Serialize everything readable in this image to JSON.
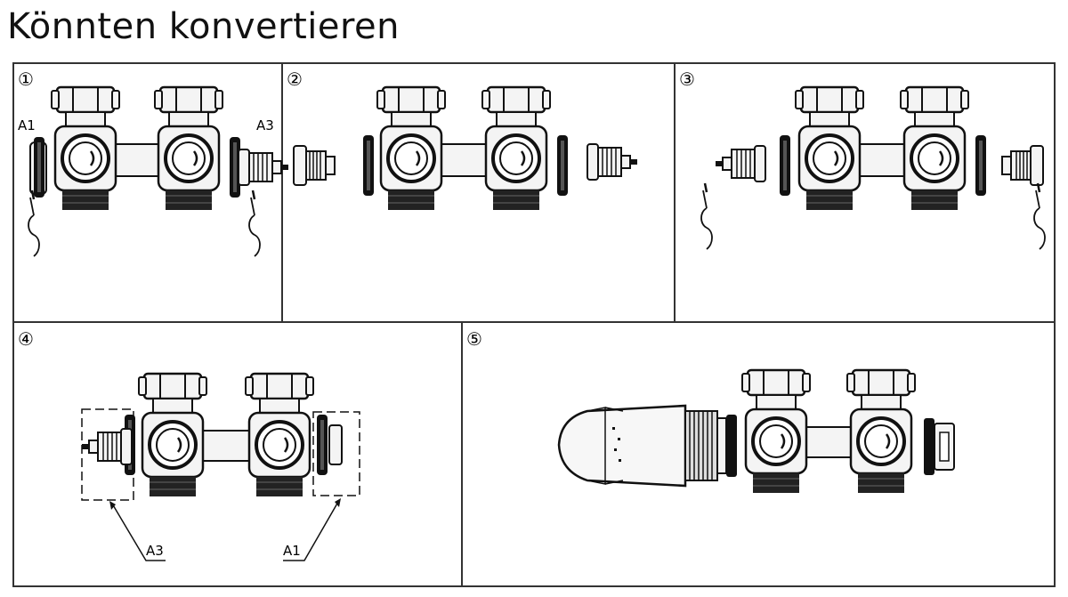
{
  "title": "Könnten konvertieren",
  "panels": [
    {
      "number": "①",
      "labels": [
        "A1",
        "A3"
      ]
    },
    {
      "number": "②",
      "labels": []
    },
    {
      "number": "③",
      "labels": []
    },
    {
      "number": "④",
      "labels": [
        "A3",
        "A1"
      ]
    },
    {
      "number": "⑤",
      "labels": []
    }
  ],
  "colors": {
    "ink": "#111111",
    "frame": "#333333",
    "metal": "#f4f4f4",
    "background": "#ffffff"
  }
}
